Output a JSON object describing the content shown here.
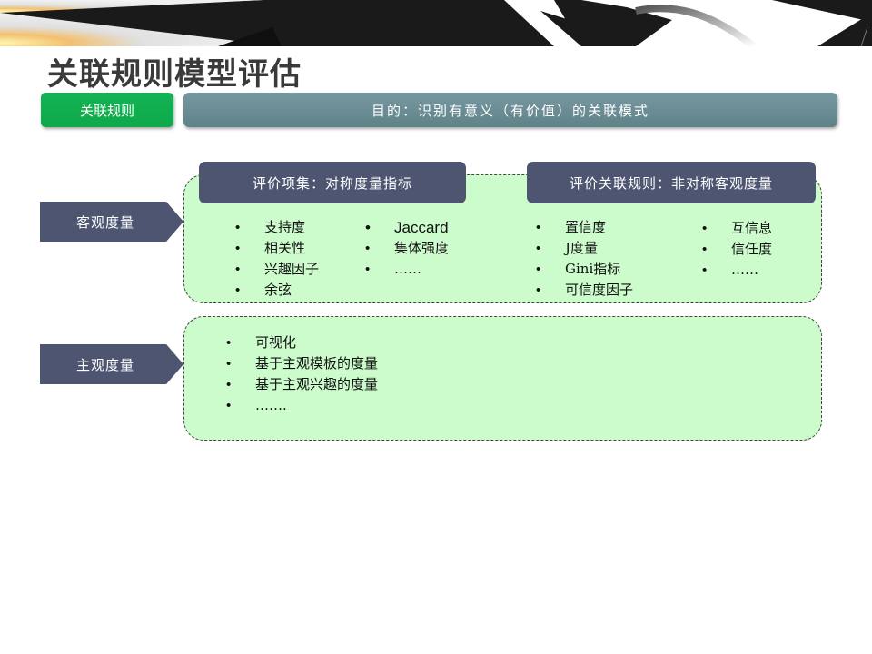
{
  "slide": {
    "title": "关联规则模型评估",
    "tag_label": "关联规则",
    "purpose": "目的：识别有意义（有价值）的关联模式"
  },
  "objective": {
    "label": "客观度量",
    "symmetric": {
      "header": "评价项集：对称度量指标",
      "col1": [
        "支持度",
        "相关性",
        "兴趣因子",
        "余弦"
      ],
      "col2": [
        "Jaccard",
        "集体强度",
        "……"
      ]
    },
    "asymmetric": {
      "header": "评价关联规则：非对称客观度量",
      "col1": [
        "置信度",
        "J度量",
        "Gini指标",
        "可信度因子"
      ],
      "col2": [
        "互信息",
        "信任度",
        "……"
      ]
    }
  },
  "subjective": {
    "label": "主观度量",
    "items": [
      "可视化",
      "基于主观模板的度量",
      "基于主观兴趣的度量",
      "……."
    ]
  },
  "colors": {
    "green_tag": "#13b355",
    "purpose_bar": "#6b8d94",
    "navy": "#4d5571",
    "panel_fill": "#ccfccc"
  }
}
